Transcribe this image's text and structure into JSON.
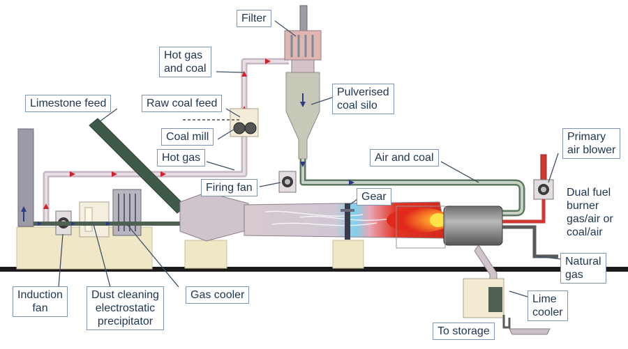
{
  "labels": {
    "filter": "Filter",
    "hot_gas_and_coal_1": "Hot gas",
    "hot_gas_and_coal_2": "and coal",
    "pulverised_1": "Pulverised",
    "pulverised_2": "coal silo",
    "limestone_feed": "Limestone feed",
    "raw_coal_feed": "Raw coal feed",
    "coal_mill": "Coal mill",
    "hot_gas": "Hot gas",
    "primary_air_1": "Primary",
    "primary_air_2": "air blower",
    "air_and_coal": "Air and coal",
    "firing_fan": "Firing fan",
    "gear": "Gear",
    "dual_fuel_1": "Dual fuel",
    "dual_fuel_2": "burner",
    "dual_fuel_3": "gas/air or",
    "dual_fuel_4": "coal/air",
    "natural_gas_1": "Natural",
    "natural_gas_2": "gas",
    "induction_fan_1": "Induction",
    "induction_fan_2": "fan",
    "dust_cleaning_1": "Dust cleaning",
    "dust_cleaning_2": "electrostatic",
    "dust_cleaning_3": "precipitator",
    "gas_cooler": "Gas cooler",
    "lime_cooler_1": "Lime",
    "lime_cooler_2": "cooler",
    "to_storage": "To storage"
  },
  "colors": {
    "label_border": "#7c95b4",
    "label_text": "#1c3550",
    "pipe": "#c9b9c6",
    "flow_arrow": "#d4202a",
    "flame_core": "#ffd23a",
    "ground": "#1a1a1a"
  }
}
